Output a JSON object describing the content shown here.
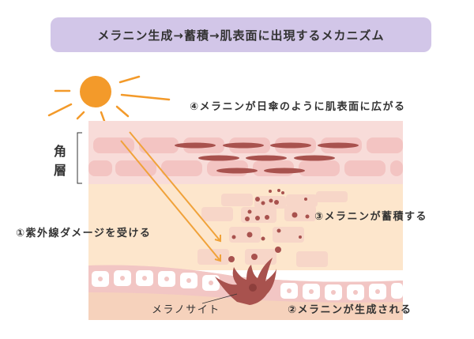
{
  "title": "メラニン生成→蓄積→肌表面に出現するメカニズム",
  "labels": {
    "step1": "①紫外線ダメージを受ける",
    "step2": "②メラニンが生成される",
    "step3": "③メラニンが蓄積する",
    "step4": "④メラニンが日傘のように肌表面に広がる",
    "stratum_corneum_1": "角",
    "stratum_corneum_2": "層",
    "melanocyte": "メラノサイト"
  },
  "colors": {
    "banner": "#d2c6e8",
    "sun": "#f39a2a",
    "arrow": "#f0a23a",
    "melanin": "#a8524e",
    "corneum": "#f3c9c7",
    "epidermis": "#fde6cc",
    "dermis": "#f6d2bc"
  }
}
